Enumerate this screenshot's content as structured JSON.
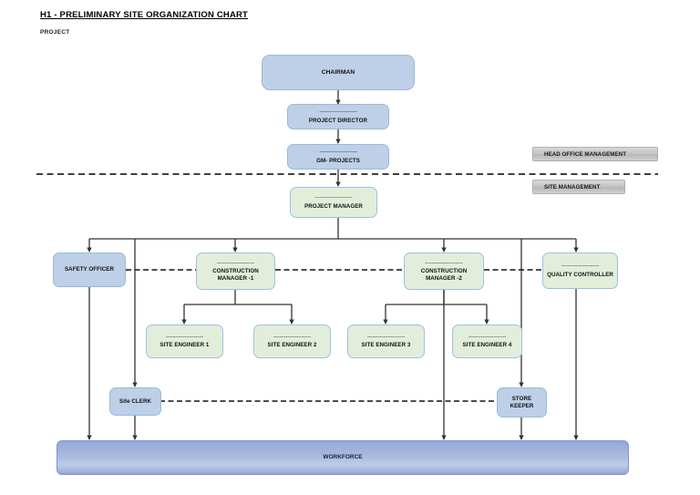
{
  "header": {
    "title": "H1 - PRELIMINARY SITE ORGANIZATION CHART",
    "subtitle": "PROJECT"
  },
  "name_placeholder": "------------------------",
  "tags": [
    {
      "id": "head-office",
      "label": "HEAD OFFICE MANAGEMENT"
    },
    {
      "id": "site-management",
      "label": "SITE MANAGEMENT"
    }
  ],
  "nodes": {
    "chairman": {
      "label": "CHAIRMAN",
      "color": "blue",
      "has_placeholder": false
    },
    "project_director": {
      "label": "PROJECT DIRECTOR",
      "color": "blue",
      "has_placeholder": true
    },
    "gm_projects": {
      "label": "GM- PROJECTS",
      "color": "blue",
      "has_placeholder": true
    },
    "project_manager": {
      "label": "PROJECT MANAGER",
      "color": "green",
      "has_placeholder": true
    },
    "safety_officer": {
      "label": "SAFETY OFFICER",
      "color": "blue",
      "has_placeholder": false
    },
    "construction_manager_1": {
      "label": "CONSTRUCTION\nMANAGER -1",
      "color": "green",
      "has_placeholder": true
    },
    "construction_manager_2": {
      "label": "CONSTRUCTION\nMANAGER -2",
      "color": "green",
      "has_placeholder": true
    },
    "quality_controller": {
      "label": "QUALITY CONTROLLER",
      "color": "green",
      "has_placeholder": true
    },
    "site_engineer_1": {
      "label": "SITE ENGINEER 1",
      "color": "green",
      "has_placeholder": true
    },
    "site_engineer_2": {
      "label": "SITE ENGINEER 2",
      "color": "green",
      "has_placeholder": true
    },
    "site_engineer_3": {
      "label": "SITE ENGINEER 3",
      "color": "green",
      "has_placeholder": true
    },
    "site_engineer_4": {
      "label": "SITE ENGINEER 4",
      "color": "green",
      "has_placeholder": true
    },
    "site_clerk": {
      "label": "Site CLERK",
      "color": "blue",
      "has_placeholder": false
    },
    "store_keeper": {
      "label": "STORE\nKEEPER",
      "color": "blue",
      "has_placeholder": false
    },
    "workforce": {
      "label": "WORKFORCE",
      "color": "blue",
      "has_placeholder": false
    }
  },
  "colors": {
    "box_blue_fill": "#bdd0e7",
    "box_green_fill": "#e2eeda",
    "box_blue_border": "#9bb8da",
    "box_green_border": "#9dc2e0",
    "workforce_blue": "#93a9d4",
    "tag_gray": "#c2c2c2",
    "connector": "#333333",
    "divider": "#000000"
  },
  "chart_data": {
    "type": "diagram",
    "title": "H1 - PRELIMINARY SITE ORGANIZATION CHART",
    "hierarchy": [
      {
        "from": "chairman",
        "to": "project_director",
        "style": "solid-arrow"
      },
      {
        "from": "project_director",
        "to": "gm_projects",
        "style": "solid-arrow"
      },
      {
        "from": "gm_projects",
        "to": "project_manager",
        "style": "solid-arrow"
      },
      {
        "from": "project_manager",
        "to": "safety_officer",
        "style": "solid-arrow"
      },
      {
        "from": "project_manager",
        "to": "construction_manager_1",
        "style": "solid-arrow"
      },
      {
        "from": "project_manager",
        "to": "construction_manager_2",
        "style": "solid-arrow"
      },
      {
        "from": "project_manager",
        "to": "quality_controller",
        "style": "solid-arrow"
      },
      {
        "from": "project_manager",
        "to": "site_clerk",
        "style": "solid-arrow"
      },
      {
        "from": "project_manager",
        "to": "store_keeper",
        "style": "solid-arrow"
      },
      {
        "from": "construction_manager_1",
        "to": "site_engineer_1",
        "style": "solid-arrow"
      },
      {
        "from": "construction_manager_1",
        "to": "site_engineer_2",
        "style": "solid-arrow"
      },
      {
        "from": "construction_manager_2",
        "to": "site_engineer_3",
        "style": "solid-arrow"
      },
      {
        "from": "construction_manager_2",
        "to": "site_engineer_4",
        "style": "solid-arrow"
      },
      {
        "from": "safety_officer",
        "to": "workforce",
        "style": "solid-arrow"
      },
      {
        "from": "site_clerk",
        "to": "workforce",
        "style": "solid-arrow"
      },
      {
        "from": "construction_manager_2",
        "to": "workforce",
        "style": "solid-arrow"
      },
      {
        "from": "store_keeper",
        "to": "workforce",
        "style": "solid-arrow"
      },
      {
        "from": "quality_controller",
        "to": "workforce",
        "style": "solid-arrow"
      }
    ],
    "dashed_relations": [
      {
        "from": "safety_officer",
        "to": "construction_manager_1",
        "style": "dashed"
      },
      {
        "from": "construction_manager_1",
        "to": "construction_manager_2",
        "style": "dashed"
      },
      {
        "from": "construction_manager_2",
        "to": "quality_controller",
        "style": "dashed"
      },
      {
        "from": "site_clerk",
        "to": "store_keeper",
        "style": "dashed"
      }
    ],
    "divider": {
      "label_above": "HEAD OFFICE MANAGEMENT",
      "label_below": "SITE MANAGEMENT",
      "style": "dashed"
    }
  }
}
